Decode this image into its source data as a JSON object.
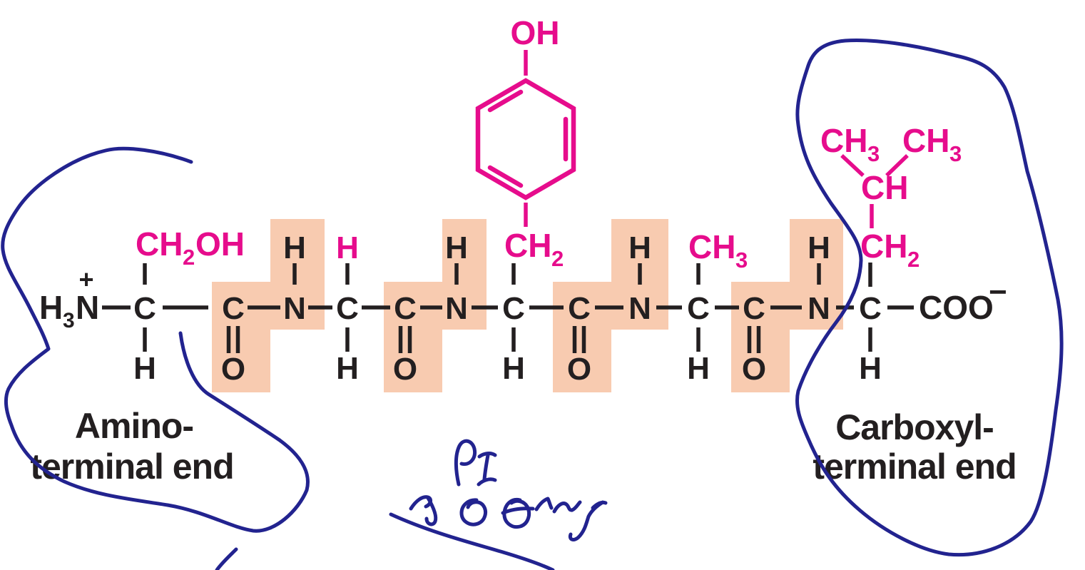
{
  "colors": {
    "structure_black": "#231f20",
    "side_chain_magenta": "#e60c8c",
    "peptide_highlight": "#f8cbb0",
    "annotation_ink": "#22238f",
    "background": "#ffffff"
  },
  "structure": {
    "n_terminus": {
      "h": "H",
      "sub": "3",
      "n": "N",
      "charge": "+"
    },
    "residue1": {
      "alpha": "C",
      "h_below": "H",
      "side": {
        "ch": "CH",
        "sub": "2",
        "oh": "OH"
      }
    },
    "peptide1": {
      "c": "C",
      "o": "O",
      "n": "N",
      "h": "H"
    },
    "residue2": {
      "alpha": "C",
      "h_below": "H",
      "side_h": "H"
    },
    "peptide2": {
      "c": "C",
      "o": "O",
      "n": "N",
      "h": "H"
    },
    "residue3": {
      "alpha": "C",
      "h_below": "H",
      "side": {
        "ch": "CH",
        "sub": "2",
        "oh": "OH"
      }
    },
    "peptide3": {
      "c": "C",
      "o": "O",
      "n": "N",
      "h": "H"
    },
    "residue4": {
      "alpha": "C",
      "h_below": "H",
      "side": {
        "ch": "CH",
        "sub": "3"
      }
    },
    "peptide4": {
      "c": "C",
      "o": "O",
      "n": "N",
      "h": "H"
    },
    "residue5": {
      "alpha": "C",
      "h_below": "H",
      "side": {
        "ch2": "CH",
        "ch2_sub": "2",
        "ch": "CH",
        "ch3_left": "CH",
        "ch3_left_sub": "3",
        "ch3_right": "CH",
        "ch3_right_sub": "3"
      }
    },
    "c_terminus": {
      "coo": "COO",
      "charge": "−"
    }
  },
  "labels": {
    "amino_line1": "Amino-",
    "amino_line2": "terminal end",
    "carboxyl_line1": "Carboxyl-",
    "carboxyl_line2": "terminal end"
  },
  "annotations": {
    "ink_color": "#22238f",
    "left_loop_desc": "freehand pen loop circling the amino-terminal residue and its label",
    "right_loop_desc": "freehand pen loop circling the carboxyl-terminal residue and its label",
    "handwriting_top": "pI",
    "handwriting_bottom_desc": "handwritten cursive note (illegible) with long underline stroke"
  }
}
